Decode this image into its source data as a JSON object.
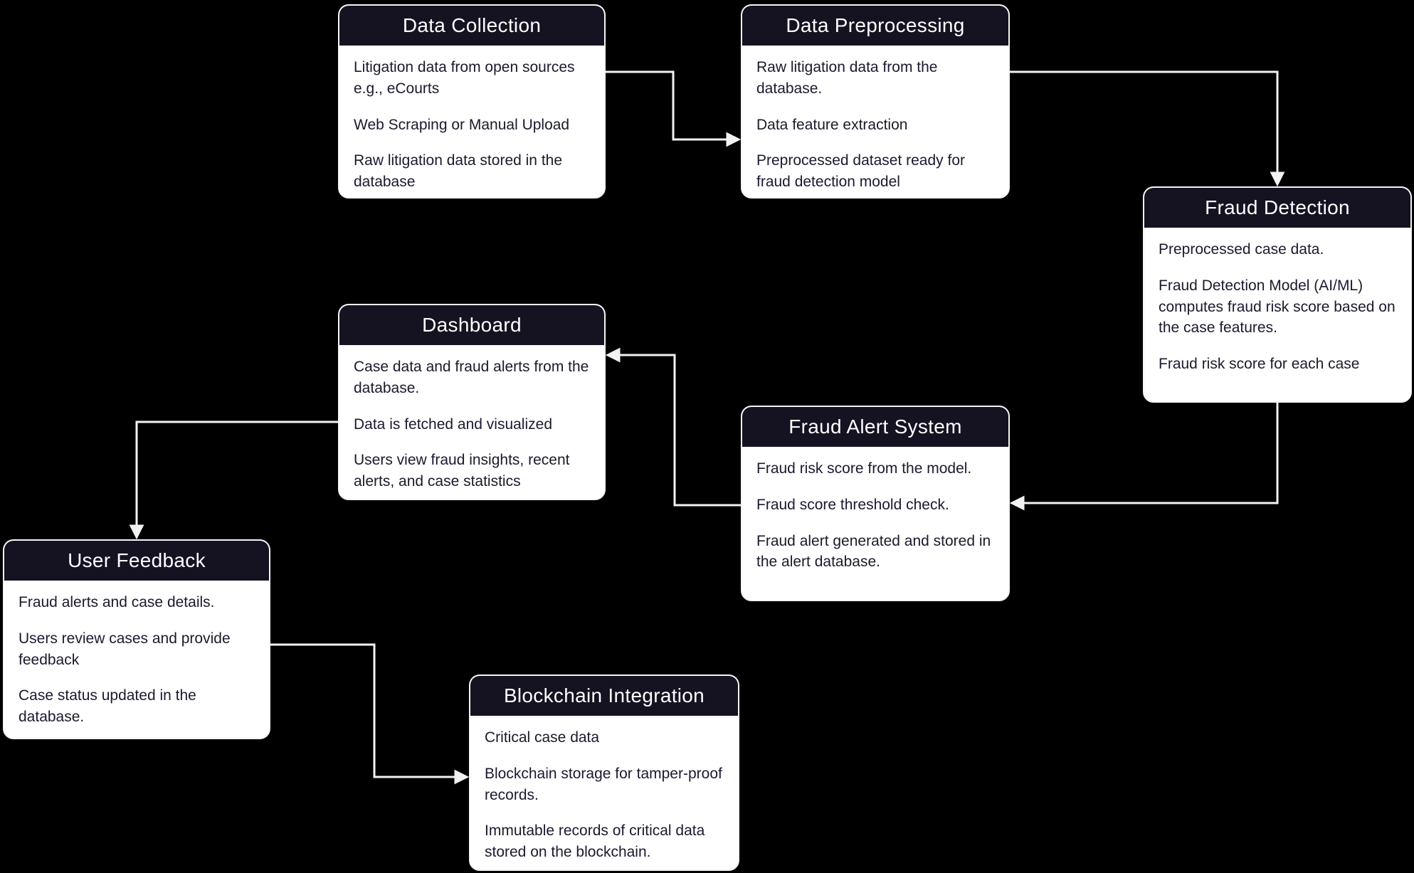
{
  "colors": {
    "background": "#000000",
    "node_background": "#ffffff",
    "header_background": "#151221",
    "header_text": "#ffffff",
    "body_text": "#1a1a2e",
    "arrow": "#f2f2f2"
  },
  "nodes": {
    "data_collection": {
      "title": "Data Collection",
      "items": [
        "Litigation data from open sources e.g., eCourts",
        "Web Scraping or Manual Upload",
        "Raw litigation data stored in the database"
      ]
    },
    "data_preprocessing": {
      "title": "Data Preprocessing",
      "items": [
        "Raw litigation data from the database.",
        "Data feature extraction",
        "Preprocessed dataset ready for fraud detection model"
      ]
    },
    "fraud_detection": {
      "title": "Fraud Detection",
      "items": [
        "Preprocessed case data.",
        "Fraud Detection Model (AI/ML) computes fraud risk score based on the case features.",
        "Fraud risk score for each case"
      ]
    },
    "dashboard": {
      "title": "Dashboard",
      "items": [
        "Case data and fraud alerts from the database.",
        "Data is fetched and visualized",
        "Users view fraud insights, recent alerts, and case statistics"
      ]
    },
    "fraud_alert_system": {
      "title": "Fraud Alert System",
      "items": [
        "Fraud risk score from the model.",
        "Fraud score threshold check.",
        "Fraud alert generated and stored in the alert database."
      ]
    },
    "user_feedback": {
      "title": "User Feedback",
      "items": [
        "Fraud alerts and case details.",
        "Users  review cases and provide feedback",
        "Case status updated in the database."
      ]
    },
    "blockchain_integration": {
      "title": "Blockchain Integration",
      "items": [
        "Critical case data",
        "Blockchain storage for tamper-proof records.",
        "Immutable records of critical data stored on the blockchain."
      ]
    }
  }
}
